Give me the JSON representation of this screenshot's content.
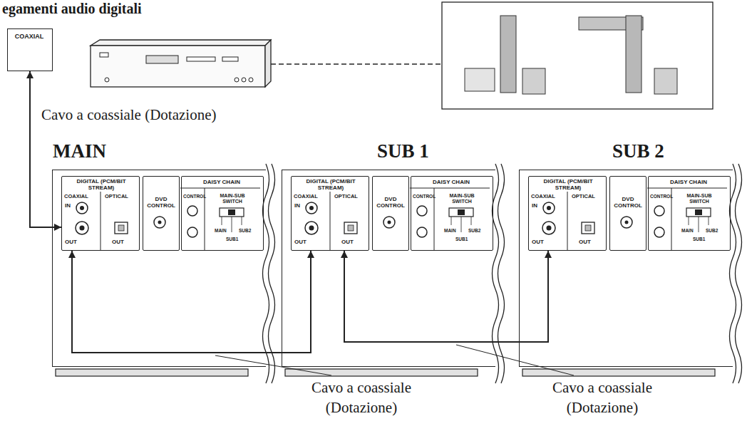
{
  "diagram": {
    "title": "egamenti audio digitali",
    "nodes": [
      {
        "text": [
          "COAXIAL"
        ]
      },
      {
        "text": [
          "MAIN"
        ]
      },
      {
        "text": [
          "DIGITAL (PCM/BIT STREAM)",
          "COAXIAL",
          "OPTICAL",
          "IN",
          "OUT",
          "OUT"
        ],
        "in": 1
      },
      {
        "text": [
          "DVD CONTROL"
        ],
        "in": 1
      },
      {
        "text": [
          "DAISY CHAIN",
          "CONTROL",
          "MAIN-SUB SWITCH",
          "MAIN",
          "SUB2",
          "SUB1"
        ],
        "in": 1
      },
      {
        "text": [
          "SUB 1"
        ]
      },
      {
        "text": [
          "DIGITAL (PCM/BIT STREAM)",
          "COAXIAL",
          "OPTICAL",
          "IN",
          "OUT",
          "OUT"
        ],
        "in": 5
      },
      {
        "text": [
          "DVD CONTROL"
        ],
        "in": 5
      },
      {
        "text": [
          "DAISY CHAIN",
          "CONTROL",
          "MAIN-SUB SWITCH",
          "MAIN",
          "SUB2",
          "SUB1"
        ],
        "in": 5
      },
      {
        "text": [
          "SUB 2"
        ]
      },
      {
        "text": [
          "DIGITAL (PCM/BIT STREAM)",
          "COAXIAL",
          "OPTICAL",
          "IN",
          "OUT",
          "OUT"
        ],
        "in": 9
      },
      {
        "text": [
          "DVD CONTROL"
        ],
        "in": 9
      },
      {
        "text": [
          "DAISY CHAIN",
          "CONTROL",
          "MAIN-SUB SWITCH",
          "MAIN",
          "SUB2",
          "SUB1"
        ],
        "in": 9
      }
    ],
    "edges": [
      {
        "from": 2,
        "to": 0,
        "arrow": "both"
      },
      {
        "from": 6,
        "to": 2,
        "arrow": "both"
      },
      {
        "from": 10,
        "to": 6,
        "arrow": "both"
      }
    ],
    "labels": [
      "Cavo a coassiale (Dotazione)",
      "Cavo a coassiale (Dotazione)",
      "Cavo a coassiale (Dotazione)"
    ]
  }
}
